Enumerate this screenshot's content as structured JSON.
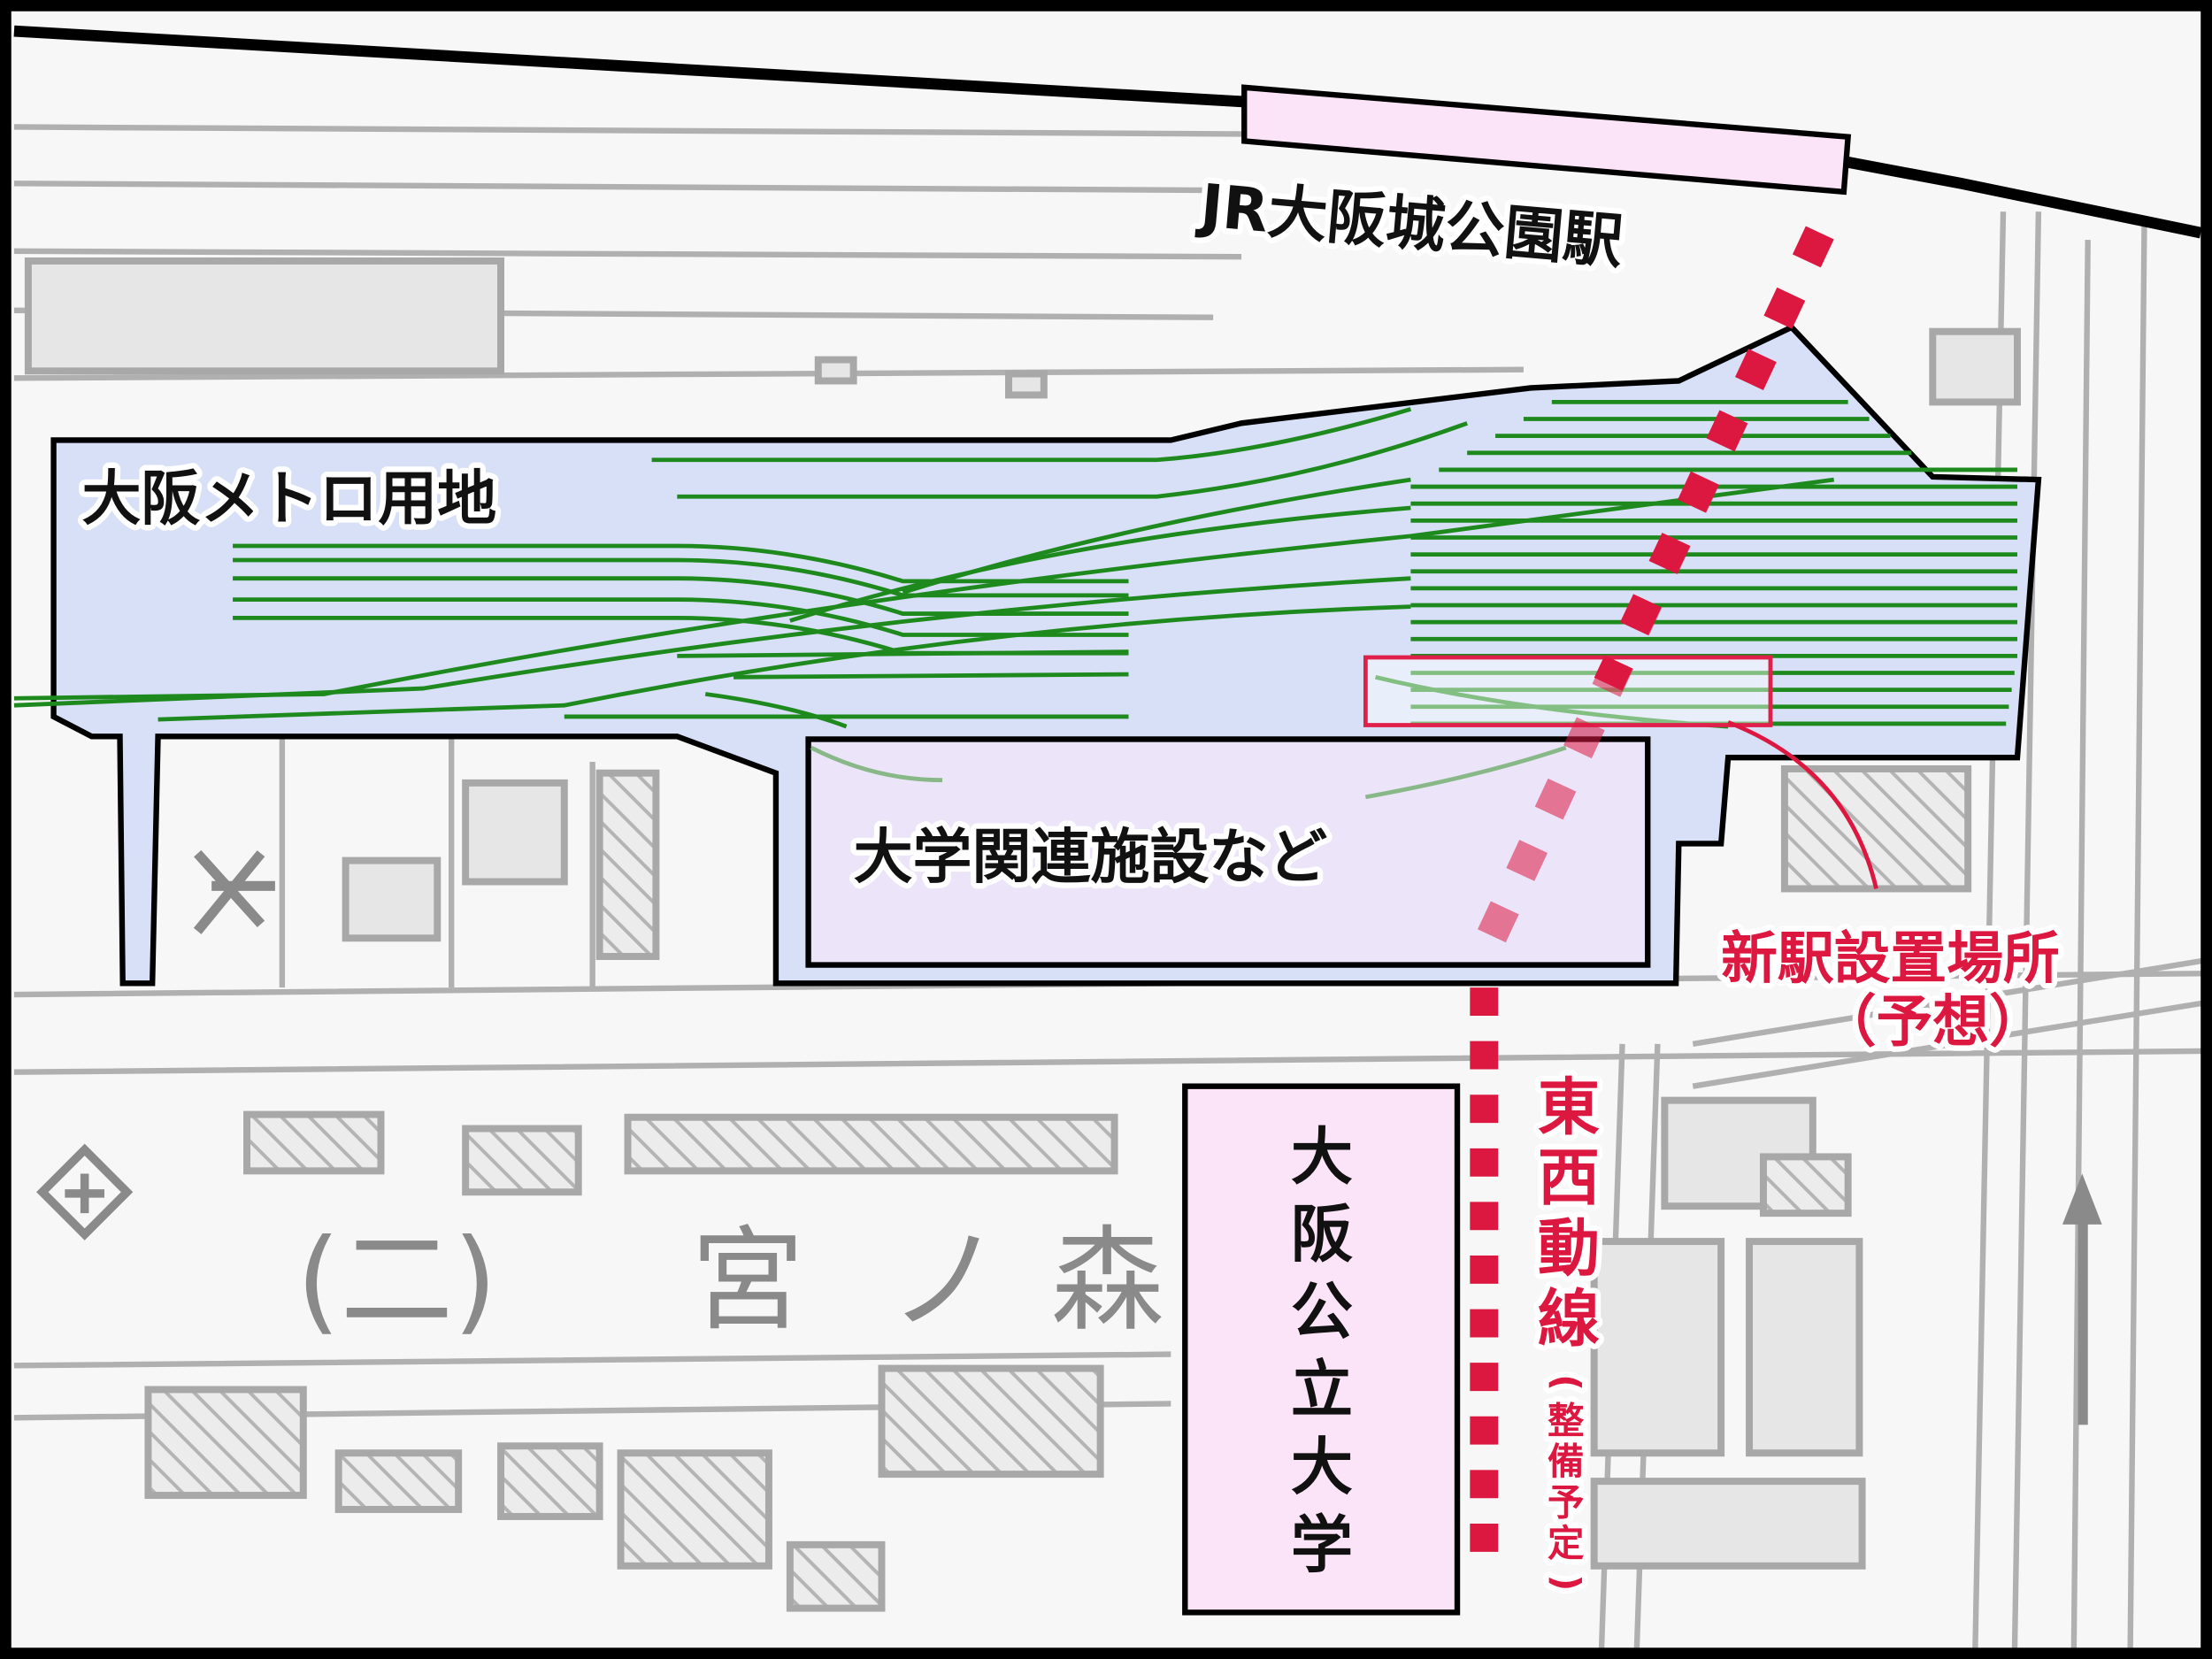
{
  "map": {
    "labels": {
      "jr_station": "JR大阪城公園駅",
      "metro_land": "大阪メトロ用地",
      "university_facilities": "大学関連施設など",
      "new_station_line1": "新駅設置場所",
      "new_station_line2": "（予想）",
      "university": [
        "大",
        "阪",
        "公",
        "立",
        "大",
        "学"
      ],
      "east_west_route": [
        "東",
        "西",
        "動",
        "線"
      ],
      "east_west_note": [
        "(",
        "整",
        "備",
        "予",
        "定",
        ")"
      ],
      "base_map_district": [
        "森",
        "ノ",
        "宮",
        "(二)"
      ]
    },
    "colors": {
      "jr_station_fill": "#fce4f8",
      "metro_land_fill": "#d8e0f8",
      "facilities_fill": "#ece4f8",
      "university_fill": "#fce4f8",
      "route_red": "#dc1840",
      "track_green": "#1e8a1e"
    },
    "symbols": [
      "school-symbol",
      "hospital-symbol",
      "direction-arrow"
    ]
  }
}
